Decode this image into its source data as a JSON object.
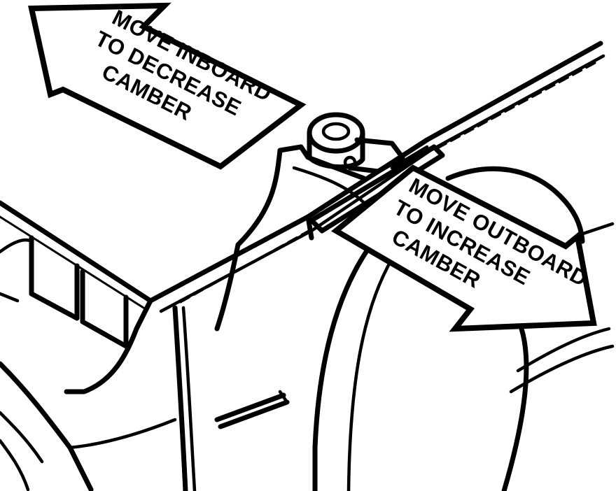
{
  "diagram": {
    "arrow_inboard": {
      "lines": [
        "MOVE INBOARD",
        "TO DECREASE",
        "CAMBER"
      ]
    },
    "arrow_outboard": {
      "lines": [
        "MOVE OUTBOARD",
        "TO INCREASE",
        "CAMBER"
      ]
    },
    "colors": {
      "ink": "#000000",
      "paper": "#ffffff"
    }
  }
}
